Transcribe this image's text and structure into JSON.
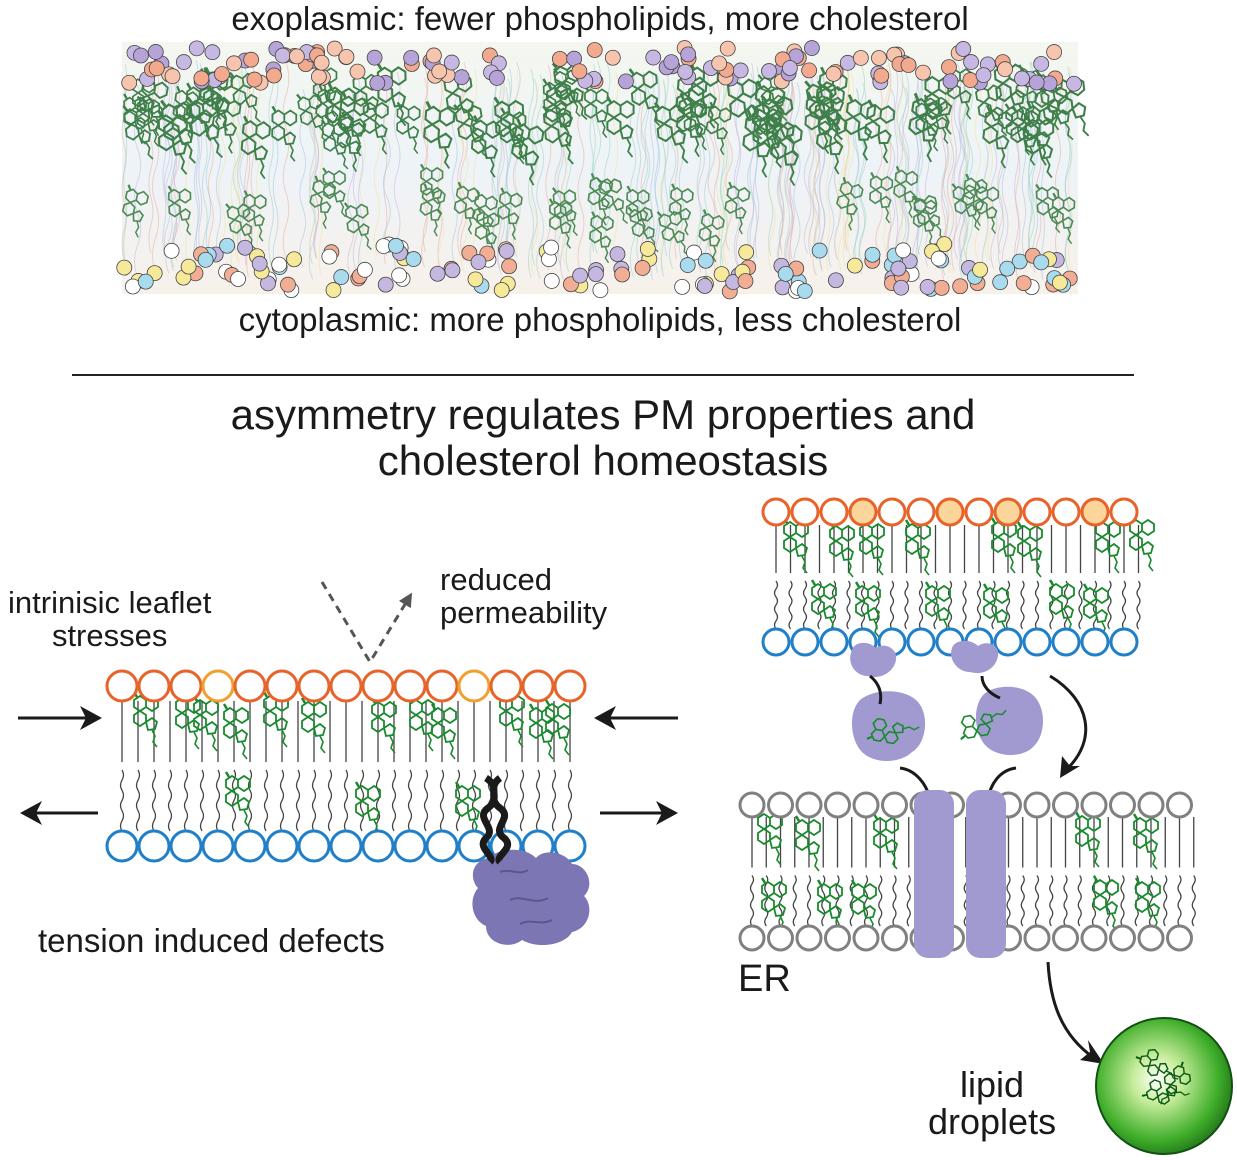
{
  "labels": {
    "exoplasmic": "exoplasmic: fewer phospholipids, more cholesterol",
    "cytoplasmic": "cytoplasmic: more phospholipids, less cholesterol",
    "heading_line1": "asymmetry regulates PM properties and",
    "heading_line2": "cholesterol homeostasis",
    "stresses_line1": "intrinisic leaflet",
    "stresses_line2": "stresses",
    "permeability_line1": "reduced",
    "permeability_line2": "permeability",
    "tension": "tension induced defects",
    "er": "ER",
    "lipid_line1": "lipid",
    "lipid_line2": "droplets"
  },
  "colors": {
    "headgroup_outer": "#e8632a",
    "headgroup_alt": "#f0a030",
    "headgroup_inner": "#1f7fc8",
    "er_headgroup": "#808080",
    "cholesterol": "#1a8a2e",
    "protein": "#8f89c6",
    "protein_dark": "#6e68a6",
    "lipid_droplet": "#3fae2a"
  }
}
